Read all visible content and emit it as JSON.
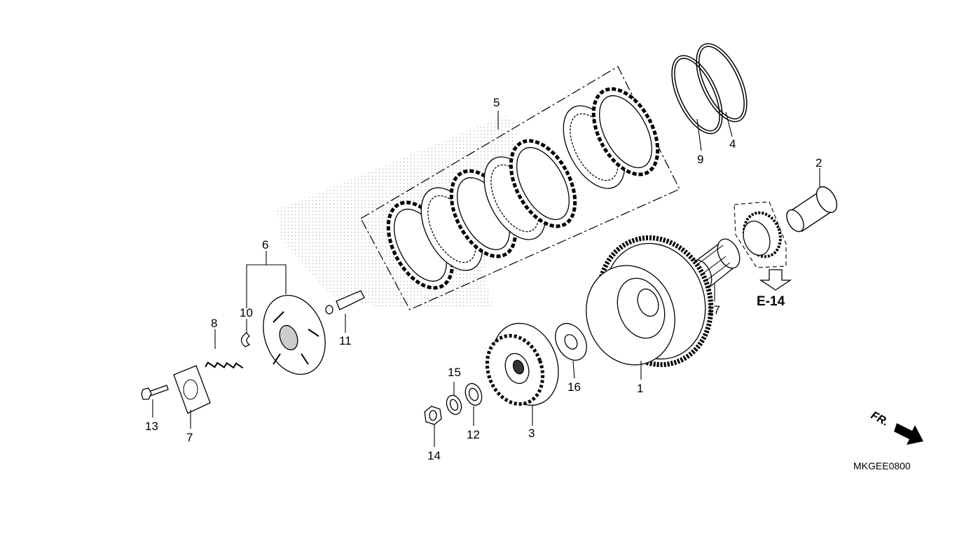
{
  "diagram": {
    "part_labels": [
      {
        "id": "1",
        "text": "1"
      },
      {
        "id": "2",
        "text": "2"
      },
      {
        "id": "3",
        "text": "3"
      },
      {
        "id": "4",
        "text": "4"
      },
      {
        "id": "5",
        "text": "5"
      },
      {
        "id": "6",
        "text": "6"
      },
      {
        "id": "7",
        "text": "7"
      },
      {
        "id": "8",
        "text": "8"
      },
      {
        "id": "9",
        "text": "9"
      },
      {
        "id": "10",
        "text": "10"
      },
      {
        "id": "11",
        "text": "11"
      },
      {
        "id": "12",
        "text": "12"
      },
      {
        "id": "13",
        "text": "13"
      },
      {
        "id": "14",
        "text": "14"
      },
      {
        "id": "15",
        "text": "15"
      },
      {
        "id": "16",
        "text": "16"
      },
      {
        "id": "17",
        "text": "17"
      }
    ],
    "reference": "E-14",
    "front_marker": "FR.",
    "code": "MKGEE0800"
  }
}
